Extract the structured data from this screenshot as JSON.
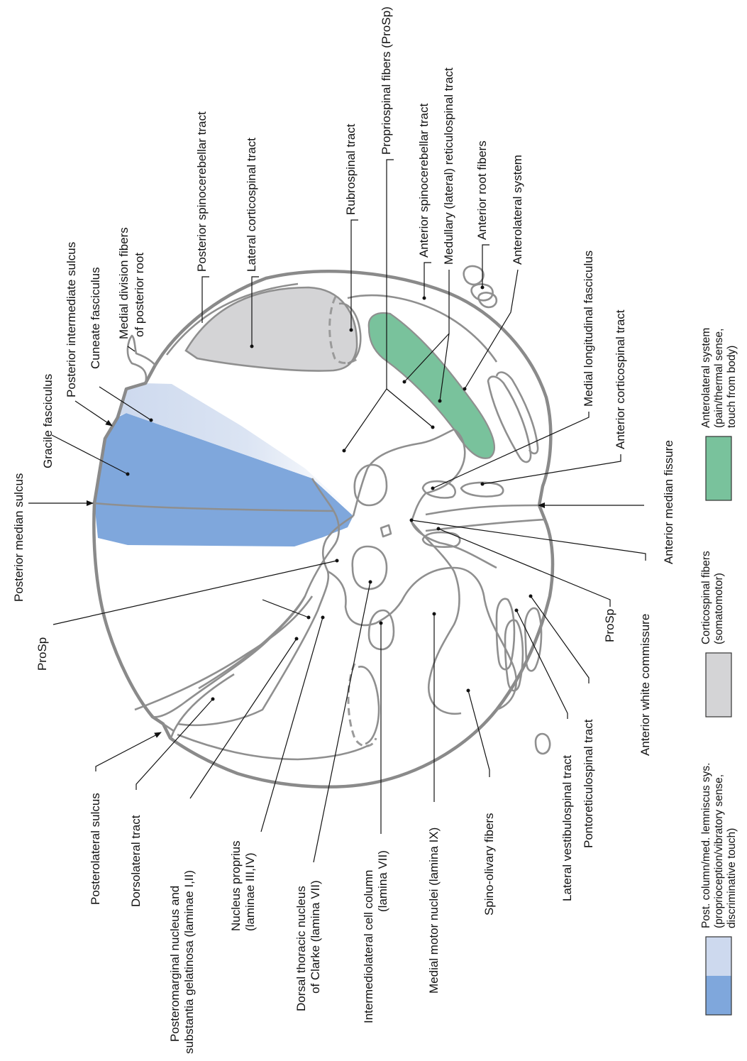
{
  "colors": {
    "post_column_light": "#cdd9ee",
    "post_column_dark": "#7fa7dc",
    "corticospinal": "#d4d4d6",
    "anterolateral": "#79c29c",
    "outline": "#8a8a8a"
  },
  "labels": {
    "posterior_median_sulcus": "Posterior median sulcus",
    "gracile_fasciculus": "Gracile fasciculus",
    "posterior_intermediate_sulcus": "Posterior intermediate sulcus",
    "cuneate_fasciculus": "Cuneate fasciculus",
    "medial_division_1": "Medial division fibers",
    "medial_division_2": "of posterior root",
    "posterior_spinocerebellar": "Posterior spinocerebellar tract",
    "lateral_corticospinal": "Lateral corticospinal tract",
    "rubrospinal": "Rubrospinal tract",
    "propriospinal": "Propriospinal fibers (ProSp)",
    "anterior_spinocerebellar": "Anterior spinocerebellar tract",
    "medullary_reticulospinal": "Medullary (lateral) reticulospinal tract",
    "anterior_root_fibers": "Anterior root fibers",
    "anterolateral_system": "Anterolateral system",
    "medial_longitudinal": "Medial longitudinal fasciculus",
    "anterior_corticospinal": "Anterior corticospinal tract",
    "anterior_median_fissure": "Anterior median fissure",
    "anterior_white_commissure": "Anterior white commissure",
    "prosp_right": "ProSp",
    "pontoreticulospinal": "Pontoreticulospinal tract",
    "lateral_vestibulospinal": "Lateral vestibulospinal tract",
    "spino_olivary": "Spino-olivary fibers",
    "medial_motor_nuclei": "Medial motor nuclei (lamina IX)",
    "intermediolateral_1": "Intermediolateral cell column",
    "intermediolateral_2": "(lamina VII)",
    "clarke_1": "Dorsal thoracic nucleus",
    "clarke_2": "of Clarke (lamina VII)",
    "nucleus_proprius_1": "Nucleus proprius",
    "nucleus_proprius_2": "(laminae III,IV)",
    "posteromarginal_1": "Posteromarginal nucleus and",
    "posteromarginal_2": "substantia gelatinosa (laminae I,II)",
    "dorsolateral_tract": "Dorsolateral tract",
    "posterolateral_sulcus": "Posterolateral sulcus",
    "prosp_left": "ProSp"
  },
  "legend": [
    {
      "lines": [
        "Post. column/med. lemniscus sys.",
        "(proprioception/vibratory sense,",
        "discriminative touch)"
      ]
    },
    {
      "lines": [
        "Corticospinal fibers",
        "(somatomotor)"
      ]
    },
    {
      "lines": [
        "Anterolateral system",
        "(pain/thermal sense,",
        "touch from body)"
      ]
    }
  ]
}
